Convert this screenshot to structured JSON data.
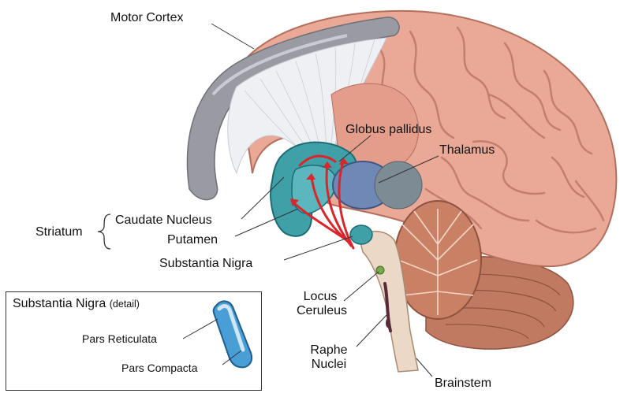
{
  "labels": {
    "motor_cortex": "Motor Cortex",
    "globus_pallidus": "Globus pallidus",
    "thalamus": "Thalamus",
    "striatum": "Striatum",
    "caudate_nucleus": "Caudate Nucleus",
    "putamen": "Putamen",
    "substantia_nigra": "Substantia Nigra",
    "locus_ceruleus_line1": "Locus",
    "locus_ceruleus_line2": "Ceruleus",
    "raphe_nuclei_line1": "Raphe",
    "raphe_nuclei_line2": "Nuclei",
    "brainstem": "Brainstem"
  },
  "detail": {
    "title": "Substantia Nigra",
    "title_note": "(detail)",
    "pars_reticulata": "Pars Reticulata",
    "pars_compacta": "Pars Compacta"
  },
  "colors": {
    "cortex": "#e9a996",
    "cortex_shadow": "#c9826f",
    "motor_strip": "#8f8f97",
    "white_matter": "#eef0f4",
    "striatum": "#3fa0a8",
    "thalamus": "#6f88b5",
    "dopamine_path": "#d8262a",
    "cerebellum": "#c98065",
    "brainstem": "#ecd8c6",
    "nigra_detail": "#4a9ed6"
  }
}
